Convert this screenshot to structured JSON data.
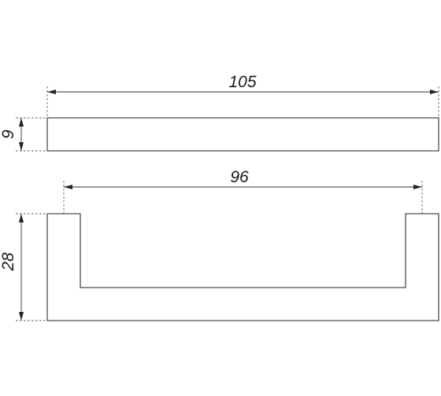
{
  "dimensions": {
    "top_length": "105",
    "top_thickness": "9",
    "bottom_center_distance": "96",
    "bottom_height": "28"
  },
  "colors": {
    "outline": "#4d4d4d",
    "dimension_line": "#333333",
    "text": "#1a1a1a"
  }
}
